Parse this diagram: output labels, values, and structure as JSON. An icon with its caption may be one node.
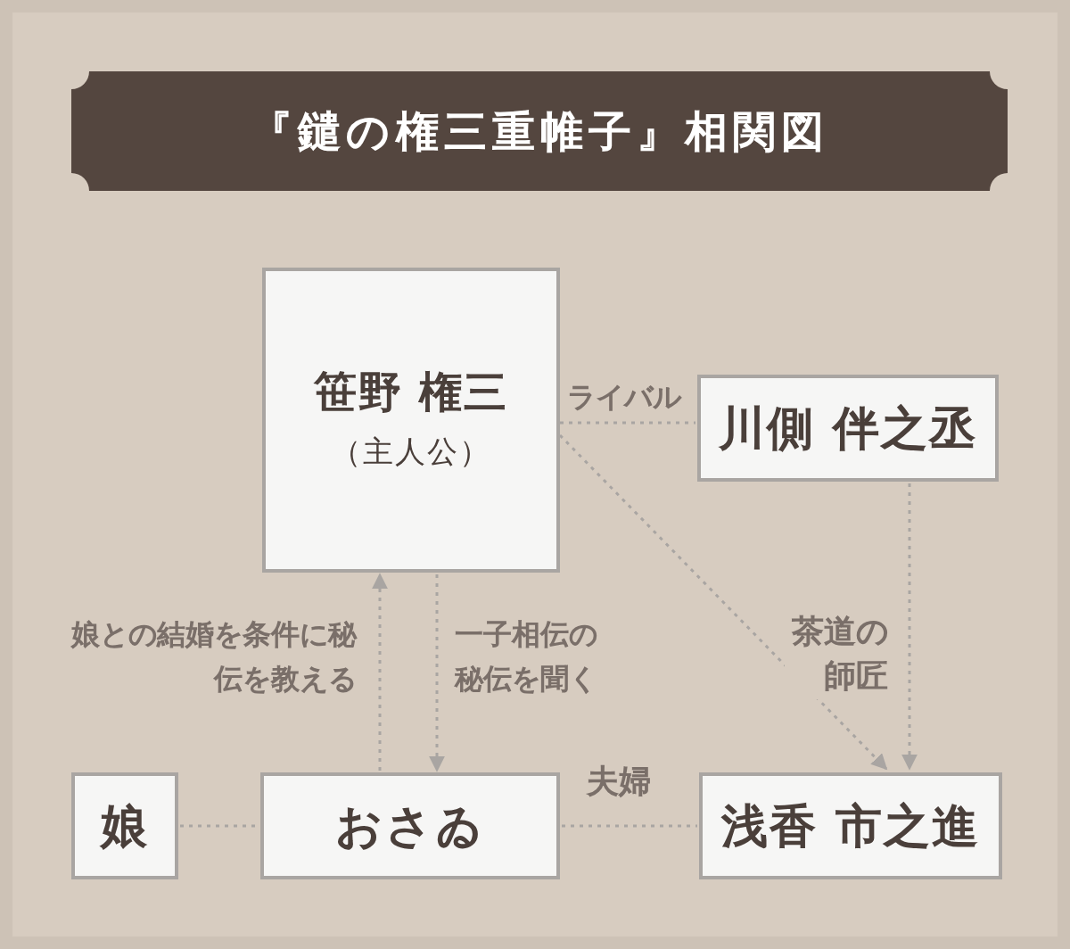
{
  "diagram": {
    "title": "『鑓の権三重帷子』相関図",
    "nodes": [
      {
        "text": [
          "笹野 権三",
          "（主人公）"
        ]
      },
      {
        "text": [
          "川側 伴之丞"
        ]
      },
      {
        "text": [
          "娘"
        ]
      },
      {
        "text": [
          "おさゐ"
        ]
      },
      {
        "text": [
          "浅香 市之進"
        ]
      }
    ],
    "edges": [
      {
        "from": 0,
        "to": 1,
        "arrow": "none",
        "label": "ライバル"
      },
      {
        "from": 0,
        "to": 4,
        "arrow": "to"
      },
      {
        "from": 1,
        "to": 4,
        "arrow": "to",
        "label": "茶道の師匠"
      },
      {
        "from": 3,
        "to": 0,
        "arrow": "to",
        "label": "娘との結婚を条件に秘伝を教える"
      },
      {
        "from": 0,
        "to": 3,
        "arrow": "to",
        "label": "一子相伝の秘伝を聞く"
      },
      {
        "from": 2,
        "to": 3,
        "arrow": "none"
      },
      {
        "from": 3,
        "to": 4,
        "arrow": "none",
        "label": "夫婦"
      }
    ]
  }
}
